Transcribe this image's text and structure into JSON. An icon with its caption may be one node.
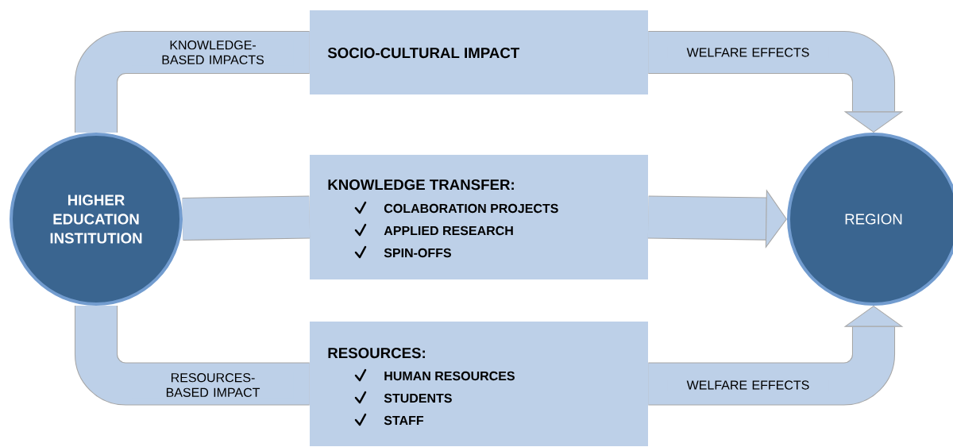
{
  "diagram": {
    "nodes": [
      {
        "text": [
          "HIGHER EDUCATION INSTITUTION"
        ]
      },
      {
        "text": [
          "SOCIO-CULTURAL IMPACT"
        ]
      },
      {
        "text": [
          "KNOWLEDGE TRANSFER:",
          "COLABORATION PROJECTS",
          "APPLIED RESEARCH",
          "SPIN-OFFS"
        ]
      },
      {
        "text": [
          "RESOURCES:",
          "HUMAN RESOURCES",
          "STUDENTS",
          "STAFF"
        ]
      },
      {
        "text": [
          "REGION"
        ]
      }
    ],
    "edges": [
      {
        "from": 0,
        "to": 1,
        "arrow": "none",
        "label": "KNOWLEDGE-BASED IMPACTS"
      },
      {
        "from": 0,
        "to": 2,
        "arrow": "none"
      },
      {
        "from": 0,
        "to": 3,
        "arrow": "none",
        "label": "RESOURCES-BASED IMPACT"
      },
      {
        "from": 1,
        "to": 4,
        "arrow": "to",
        "label": "WELFARE EFFECTS"
      },
      {
        "from": 2,
        "to": 4,
        "arrow": "to"
      },
      {
        "from": 3,
        "to": 4,
        "arrow": "to",
        "label": "WELFARE EFFECTS"
      }
    ]
  }
}
